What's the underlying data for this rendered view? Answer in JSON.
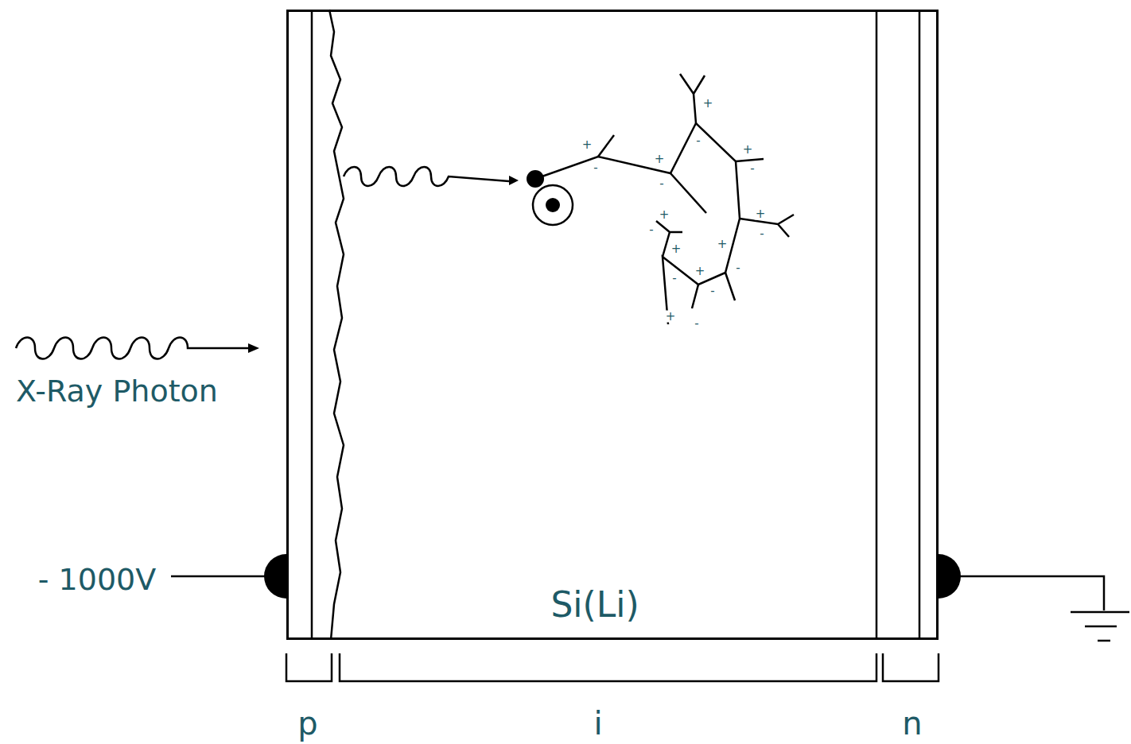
{
  "diagram": {
    "nodes": [
      {
        "text": [
          "Si(Li)"
        ]
      }
    ],
    "labels": [
      "X-Ray Photon",
      "- 1000V",
      "p",
      "i",
      "n",
      "+",
      "-",
      "+",
      "-",
      "+",
      "-",
      "+",
      "-",
      "+",
      "-",
      "+",
      "-",
      "+",
      "+",
      "-",
      "-",
      "+",
      "-",
      "+",
      "-"
    ]
  }
}
